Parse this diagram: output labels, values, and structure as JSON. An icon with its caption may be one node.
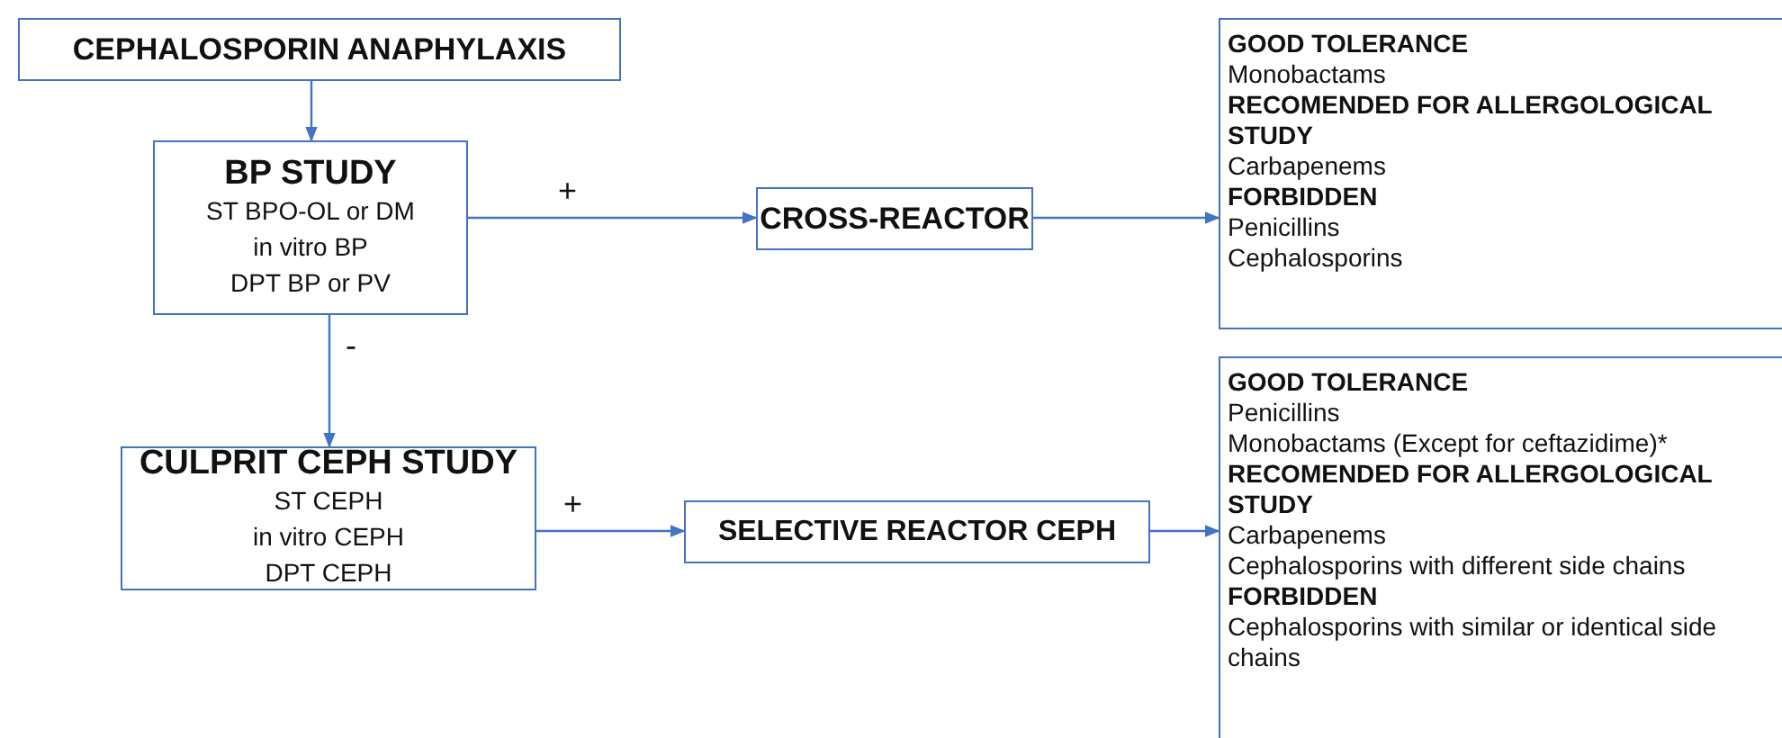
{
  "diagram": {
    "nodes": [
      {
        "text": [
          "CEPHALOSPORIN ANAPHYLAXIS"
        ]
      },
      {
        "text": [
          "BP STUDY",
          "ST BPO-OL or DM",
          "in vitro BP",
          "DPT BP or PV"
        ]
      },
      {
        "text": [
          "CROSS-REACTOR"
        ]
      },
      {
        "text": [
          "GOOD TOLERANCE",
          "Monobactams",
          "RECOMENDED FOR ALLERGOLOGICAL STUDY",
          "Carbapenems",
          "FORBIDDEN",
          "Penicillins",
          "Cephalosporins"
        ]
      },
      {
        "text": [
          "CULPRIT CEPH STUDY",
          "ST CEPH",
          "in vitro CEPH",
          "DPT CEPH"
        ]
      },
      {
        "text": [
          "SELECTIVE REACTOR CEPH"
        ]
      },
      {
        "text": [
          "GOOD TOLERANCE",
          "Penicillins",
          "Monobactams (Except for ceftazidime)*",
          "RECOMENDED FOR ALLERGOLOGICAL STUDY",
          "Carbapenems",
          "Cephalosporins with different side chains",
          "FORBIDDEN",
          "Cephalosporins with similar or identical side chains"
        ]
      }
    ],
    "edges": [
      {
        "from": 0,
        "to": 1,
        "arrow": "to"
      },
      {
        "from": 1,
        "to": 2,
        "arrow": "to",
        "label": "+"
      },
      {
        "from": 2,
        "to": 3,
        "arrow": "to"
      },
      {
        "from": 1,
        "to": 4,
        "arrow": "to",
        "label": "-"
      },
      {
        "from": 4,
        "to": 5,
        "arrow": "to",
        "label": "+"
      },
      {
        "from": 5,
        "to": 6,
        "arrow": "to"
      }
    ]
  }
}
